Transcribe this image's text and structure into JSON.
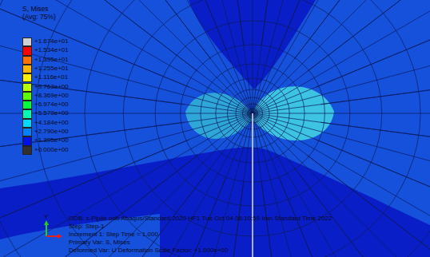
{
  "diagram": {
    "labels": [
      "S, Mises",
      "(Avg: 75%)",
      "Y",
      "ODB: s-Pipiie.odb Abaqus/Standard 2020 HF1 Tue Oct 04 08:10:59 Iran Standard Time 2022",
      "Step: Step-1",
      "Increment 1: Step Time = 1.000",
      "Primary Var: S, Mises",
      "Deformed Var: U Deformation Scale Factor: +1.000e+00"
    ],
    "legend": [
      {
        "text": "+1.674e+01",
        "color": "#d0d0d0"
      },
      {
        "text": "+1.534e+01",
        "color": "#ff0000"
      },
      {
        "text": "+1.395e+01",
        "color": "#ff7000"
      },
      {
        "text": "+1.255e+01",
        "color": "#ffb400"
      },
      {
        "text": "+1.116e+01",
        "color": "#ffee00"
      },
      {
        "text": "+9.763e+00",
        "color": "#b8ff00"
      },
      {
        "text": "+8.369e+00",
        "color": "#5cff00"
      },
      {
        "text": "+6.974e+00",
        "color": "#00ff3c"
      },
      {
        "text": "+5.579e+00",
        "color": "#00ffb0"
      },
      {
        "text": "+4.184e+00",
        "color": "#00d8ff"
      },
      {
        "text": "+2.790e+00",
        "color": "#0080ff"
      },
      {
        "text": "+1.395e+00",
        "color": "#0010e8"
      },
      {
        "text": "+0.000e+00",
        "color": "#303030"
      }
    ]
  }
}
